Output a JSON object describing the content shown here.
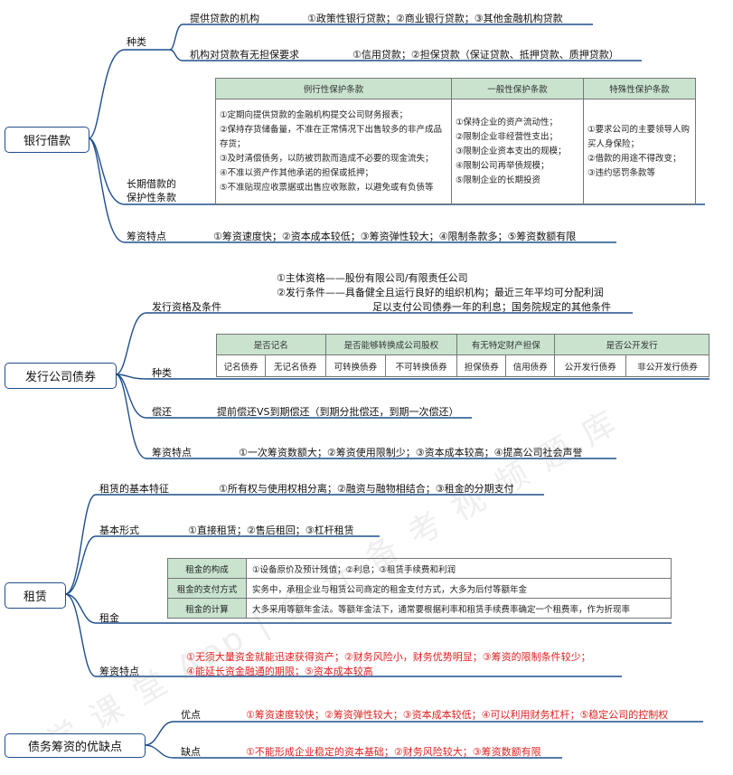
{
  "section1": {
    "root": "银行借款",
    "type_label": "种类",
    "institution_label": "提供贷款的机构",
    "institution_text": "①政策性银行贷款；②商业银行贷款；③其他金融机构贷款",
    "guarantee_label": "机构对贷款有无担保要求",
    "guarantee_text": "①信用贷款；②担保贷款（保证贷款、抵押贷款、质押贷款）",
    "protect_label_1": "长期借款的",
    "protect_label_2": "保护性条款",
    "protect_headers": [
      "例行性保护条款",
      "一般性保护条款",
      "特殊性保护条款"
    ],
    "protect_col1": [
      "①定期向提供贷款的金融机构提交公司财务报表；",
      "②保持存货储备量，不准在正常情况下出售较多的非产成品存货；",
      "③及时清偿债务，以防被罚款而造成不必要的现金流失；",
      "④不准以资产作其他承诺的担保或抵押；",
      "⑤不准贴现应收票据或出售应收账款，以避免或有负债等"
    ],
    "protect_col2": [
      "①保持企业的资产流动性；",
      "②限制企业非经营性支出；",
      "③限制企业资本支出的规模；",
      "④限制公司再举债规模；",
      "⑤限制企业的长期投资"
    ],
    "protect_col3": [
      "①要求公司的主要领导人购买人身保险；",
      "②借款的用途不得改变；",
      "③违约惩罚条款等"
    ],
    "feature_label": "筹资特点",
    "feature_text": "①筹资速度快；②资本成本较低；③筹资弹性较大；④限制条款多；⑤筹资数额有限"
  },
  "section2": {
    "root": "发行公司债券",
    "qual_label": "发行资格及条件",
    "qual_line1": "①主体资格——股份有限公司/有限责任公司",
    "qual_line2": "②发行条件——具备健全且运行良好的组织机构；最近三年平均可分配利润",
    "qual_line3": "足以支付公司债券一年的利息；国务院规定的其他条件",
    "type_label": "种类",
    "type_headers": [
      "是否记名",
      "是否能够转换成公司股权",
      "有无特定财产担保",
      "是否公开发行"
    ],
    "type_cells": [
      "记名债券",
      "无记名债券",
      "可转换债券",
      "不可转换债券",
      "担保债券",
      "信用债券",
      "公开发行债券",
      "非公开发行债券"
    ],
    "repay_label": "偿还",
    "repay_text": "提前偿还VS到期偿还（到期分批偿还，到期一次偿还）",
    "feature_label": "筹资特点",
    "feature_text": "①一次筹资数额大；②筹资使用限制少；③资本成本较高；④提高公司社会声誉"
  },
  "section3": {
    "root": "租赁",
    "basic_label": "租赁的基本特征",
    "basic_text": "①所有权与使用权相分离；②融资与融物相结合；③租金的分期支付",
    "form_label": "基本形式",
    "form_text": "①直接租赁；②售后租回；③杠杆租赁",
    "rent_label": "租金",
    "rent_rows": [
      {
        "h": "租金的构成",
        "v": "①设备原价及预计残值；②利息；③租赁手续费和利润"
      },
      {
        "h": "租金的支付方式",
        "v": "实务中，承租企业与租赁公司商定的租金支付方式，大多为后付等额年金"
      },
      {
        "h": "租金的计算",
        "v": "大多采用等额年金法。等额年金法下，通常要根据利率和租赁手续费率确定一个租费率，作为折现率"
      }
    ],
    "feature_label": "筹资特点",
    "feature_line1": "①无须大量资金就能迅速获得资产；②财务风险小，财务优势明显；③筹资的限制条件较少；",
    "feature_line2": "④能延长资金融通的期限；⑤资本成本较高"
  },
  "section4": {
    "root": "债务筹资的优缺点",
    "pro_label": "优点",
    "pro_text": "①筹资速度较快；②筹资弹性较大；③资本成本较低；④可以利用财务杠杆；⑤稳定公司的控制权",
    "con_label": "缺点",
    "con_text": "①不能形成企业稳定的资本基础；②财务风险较大；③筹资数额有限"
  },
  "watermark": "学 课 堂   App | 会 计 备 考 视 频 题 库"
}
